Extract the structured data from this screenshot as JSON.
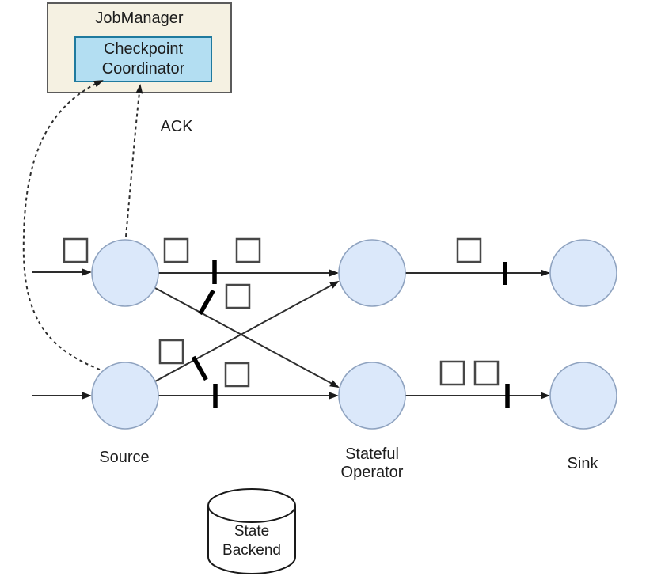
{
  "diagram": {
    "jobmanager": {
      "label": "JobManager"
    },
    "checkpoint_coordinator": {
      "line1": "Checkpoint",
      "line2": "Coordinator"
    },
    "ack": {
      "label": "ACK"
    },
    "nodes": {
      "source": {
        "label": "Source"
      },
      "stateful_operator": {
        "line1": "Stateful",
        "line2": "Operator"
      },
      "sink": {
        "label": "Sink"
      }
    },
    "state_backend": {
      "line1": "State",
      "line2": "Backend"
    },
    "colors": {
      "jobmanager_fill": "#f5f1e2",
      "jobmanager_stroke": "#5b5b5b",
      "coordinator_fill": "#b3def2",
      "coordinator_stroke": "#1f7a9e",
      "node_fill": "#dbe8fa",
      "node_stroke": "#8fa3c0",
      "line_color": "#2d2d2d",
      "barrier_color": "#000000",
      "record_square_stroke": "#474747",
      "background": "#ffffff"
    }
  }
}
